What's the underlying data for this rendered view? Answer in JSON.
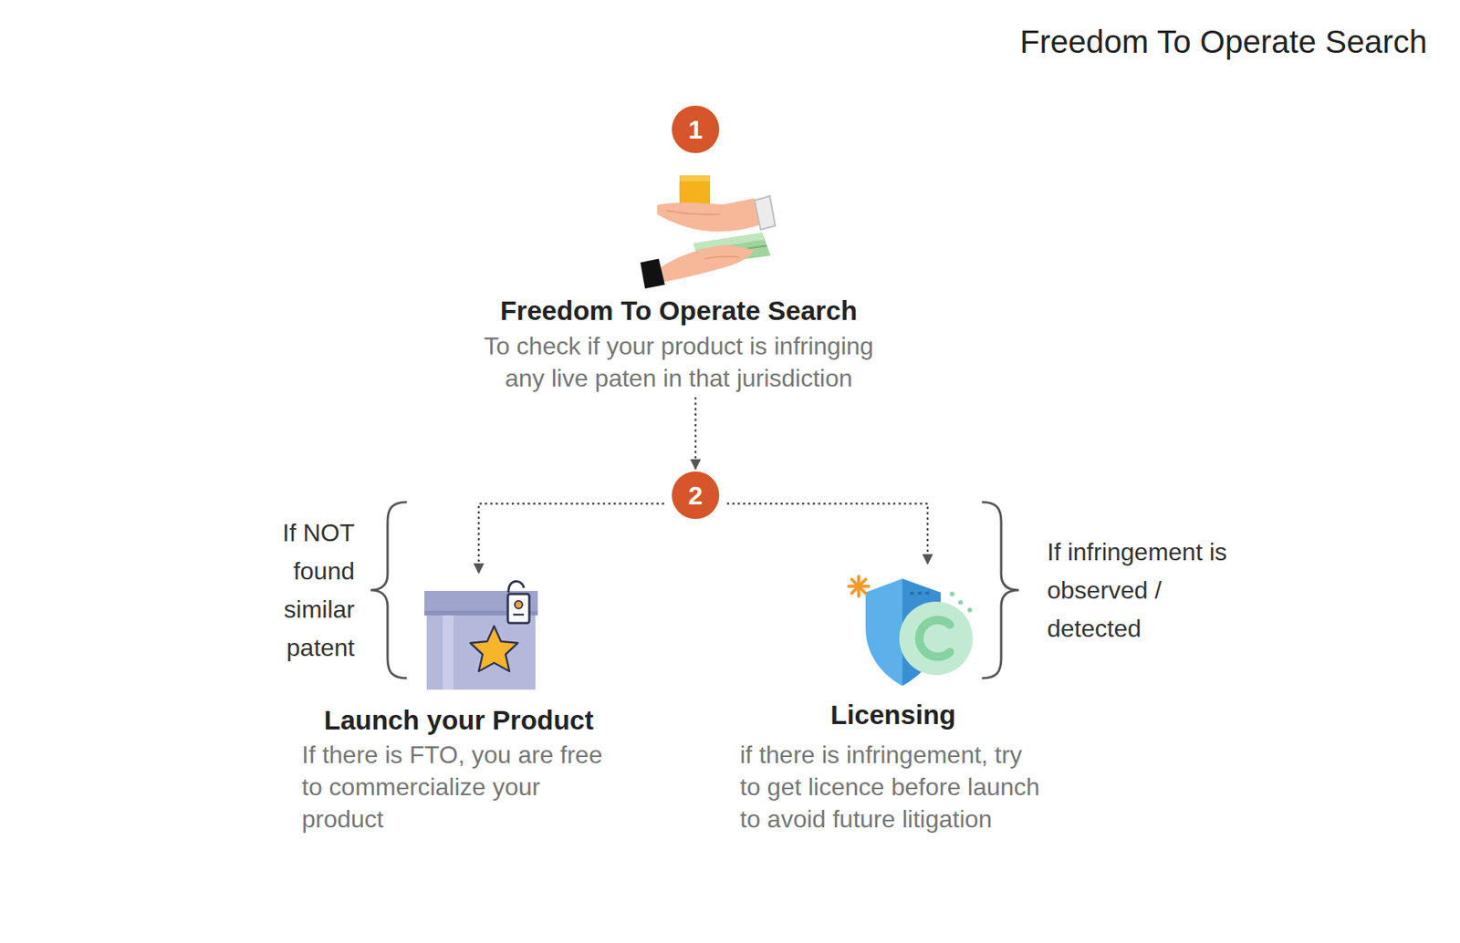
{
  "diagram": {
    "title": "Freedom To Operate Search",
    "nodes": [
      {
        "text": [
          "1"
        ]
      },
      {
        "text": [
          "Freedom To Operate Search",
          "To check if your product is infringing any live paten in that jurisdiction"
        ]
      },
      {
        "text": [
          "2"
        ]
      },
      {
        "text": [
          "Launch your Product",
          "If there is FTO, you are free to commercialize your product"
        ]
      },
      {
        "text": [
          "Licensing",
          "if there is infringement, try to get licence before launch to avoid future litigation"
        ]
      }
    ],
    "edges": [
      {
        "from": 1,
        "to": 2,
        "arrow": "to"
      },
      {
        "from": 2,
        "to": 3,
        "arrow": "to"
      },
      {
        "from": 2,
        "to": 4,
        "arrow": "to"
      }
    ],
    "labels": [
      "If NOT found similar patent",
      "If infringement is observed / detected"
    ]
  }
}
